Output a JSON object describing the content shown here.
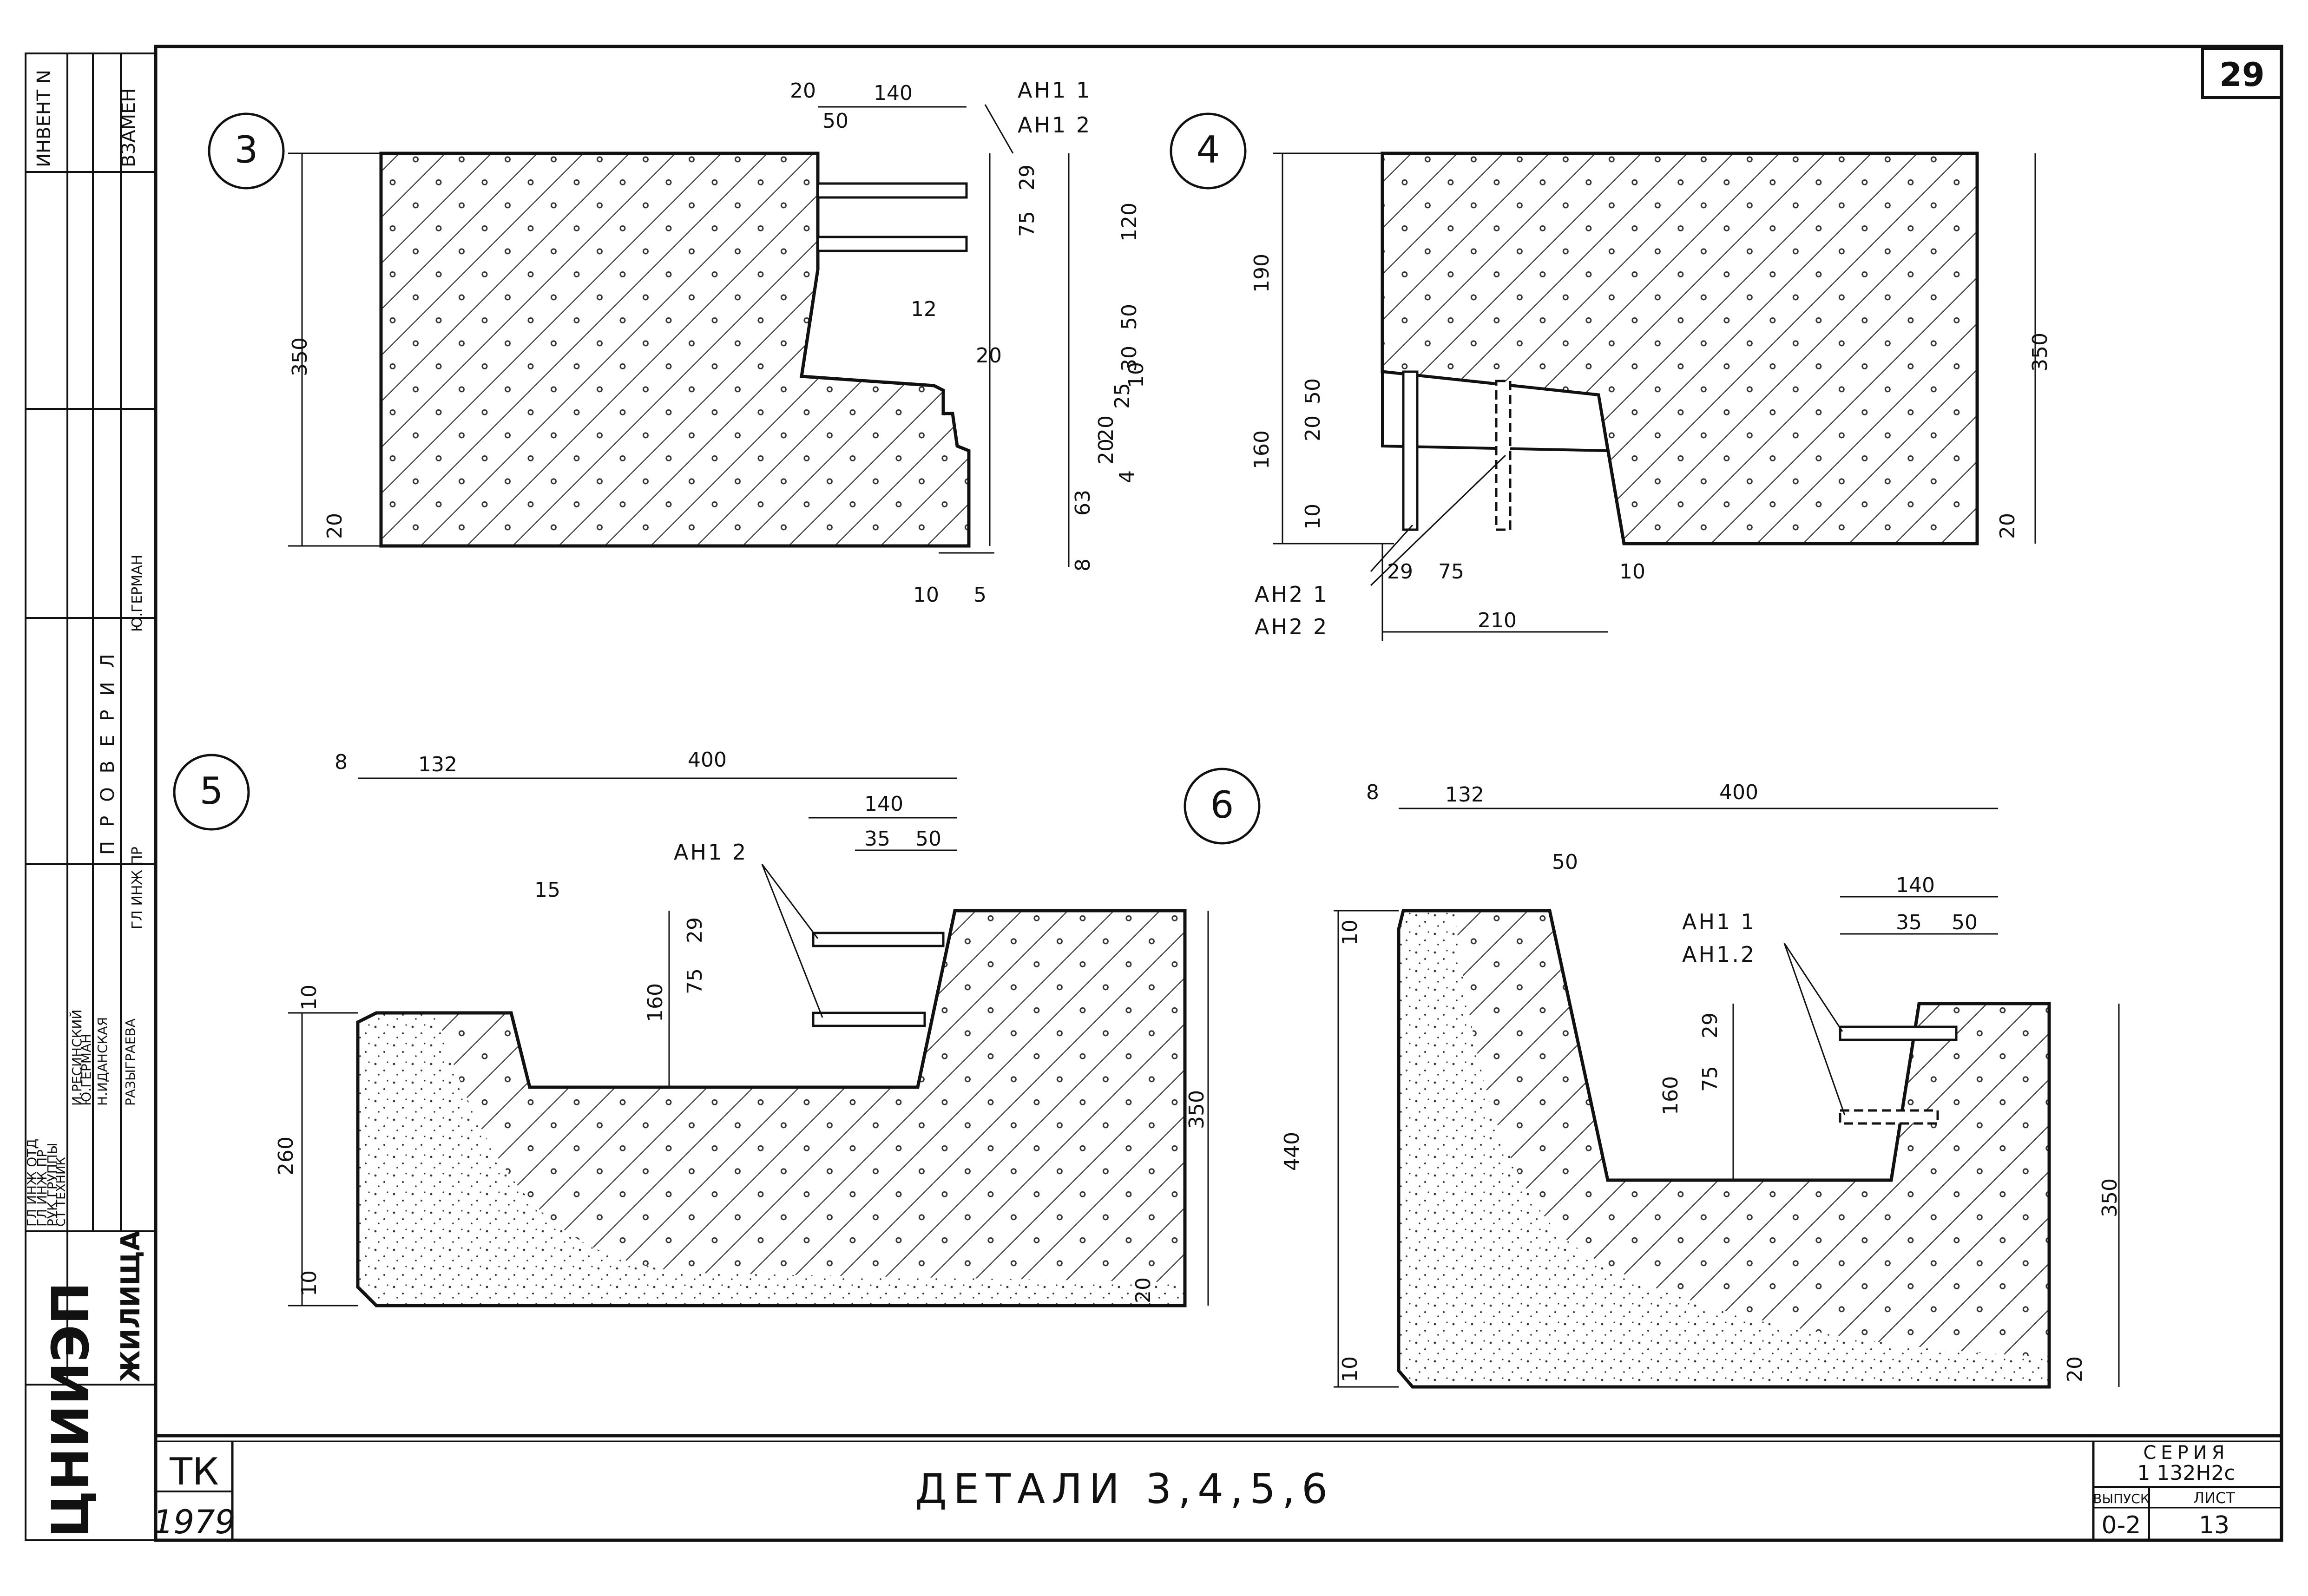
{
  "page_number": "29",
  "title_block": {
    "code": "ТК",
    "year": "1979",
    "title": "ДЕТАЛИ 3,4,5,6",
    "series_label": "СЕРИЯ",
    "series_value": "1 132H2c",
    "issue_label": "ВЫПУСК",
    "issue_value": "0-2",
    "sheet_label": "ЛИСТ",
    "sheet_value": "13"
  },
  "side_stamp": {
    "org": "ЦНИИЭП",
    "org_sub": "ЖИЛИЩА",
    "invent": "ИНВЕНТ N",
    "replace": "ВЗАМЕН",
    "checked": "ПРОВЕРИЛ",
    "roles": [
      "ГЛ ИНЖ ОТД",
      "ГЛ ИНЖ ПР",
      "РУК ГРУППЫ",
      "СТ ТЕХНИК"
    ],
    "names": [
      "И.РЕСИНСКИЙ",
      "Ю.ГЕРМАН",
      "Н.ИДАНСКАЯ",
      "РАЗЫГРАЕВА"
    ],
    "checker_role": "ГЛ ИНЖ ПР",
    "checker_name": "Ю.ГЕРМАН"
  },
  "details": [
    {
      "id": "3",
      "rebars": [
        "АН1 1",
        "АН1 2"
      ],
      "dims": [
        "20",
        "140",
        "50",
        "29",
        "75",
        "120",
        "12",
        "50",
        "30",
        "10",
        "20",
        "25",
        "20",
        "20",
        "4",
        "63",
        "8",
        "10",
        "5",
        "350",
        "20"
      ]
    },
    {
      "id": "4",
      "rebars": [
        "АН2 1",
        "АН2 2"
      ],
      "dims": [
        "190",
        "20",
        "50",
        "160",
        "10",
        "29",
        "75",
        "10",
        "210",
        "350",
        "20"
      ]
    },
    {
      "id": "5",
      "rebars": [
        "АН1 2"
      ],
      "dims": [
        "8",
        "132",
        "400",
        "140",
        "35",
        "50",
        "15",
        "29",
        "75",
        "160",
        "10",
        "260",
        "10",
        "350",
        "20"
      ]
    },
    {
      "id": "6",
      "rebars": [
        "АН1 1",
        "АН1.2"
      ],
      "dims": [
        "8",
        "132",
        "400",
        "50",
        "140",
        "35",
        "50",
        "10",
        "29",
        "75",
        "160",
        "440",
        "10",
        "350",
        "20"
      ]
    }
  ]
}
